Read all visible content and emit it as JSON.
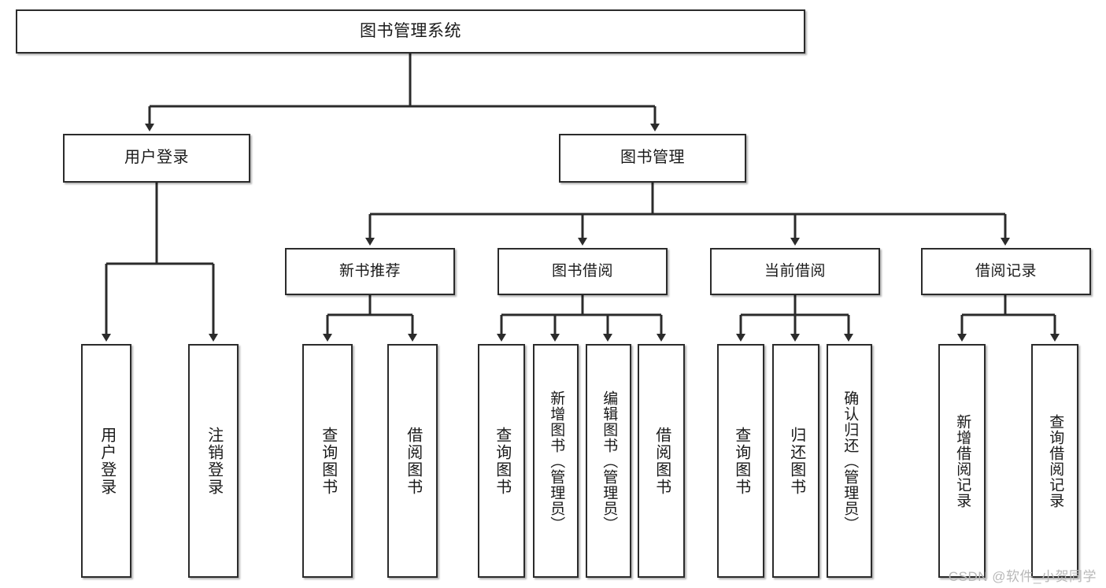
{
  "diagram": {
    "title": "图书管理系统",
    "watermark": "CSDN @软件_小贺同学",
    "colors": {
      "box_border": "#2b2b2b",
      "box_fill": "#ffffff",
      "connector": "#2b2b2b",
      "text": "#1a1a1a",
      "watermark": "#b8b8b8",
      "background": "#ffffff"
    },
    "root": {
      "label": "图书管理系统"
    },
    "level1": [
      {
        "label": "用户登录"
      },
      {
        "label": "图书管理"
      }
    ],
    "level2": [
      {
        "label": "新书推荐"
      },
      {
        "label": "图书借阅"
      },
      {
        "label": "当前借阅"
      },
      {
        "label": "借阅记录"
      }
    ],
    "leaves": {
      "user_login": [
        {
          "label": "用户登录"
        },
        {
          "label": "注销登录"
        }
      ],
      "new_book_recommend": [
        {
          "label": "查询图书"
        },
        {
          "label": "借阅图书"
        }
      ],
      "book_borrow": [
        {
          "label": "查询图书"
        },
        {
          "label": "新增图书（管理员）"
        },
        {
          "label": "编辑图书（管理员）"
        },
        {
          "label": "借阅图书"
        }
      ],
      "current_borrow": [
        {
          "label": "查询图书"
        },
        {
          "label": "归还图书"
        },
        {
          "label": "确认归还（管理员）"
        }
      ],
      "borrow_record": [
        {
          "label": "新增借阅记录"
        },
        {
          "label": "查询借阅记录"
        }
      ]
    }
  }
}
